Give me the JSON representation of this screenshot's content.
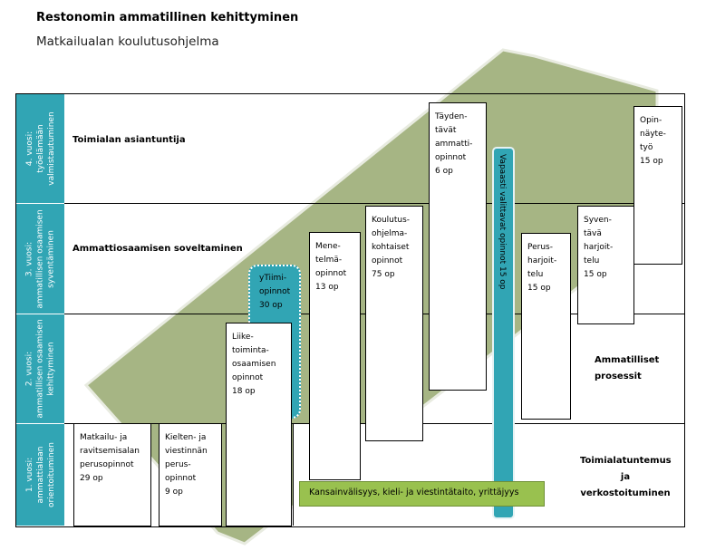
{
  "title": "Restonomin ammatillinen kehittyminen",
  "subtitle": "Matkailualan koulutusohjelma",
  "colors": {
    "teal": "#31a5b4",
    "olive": "#a6b584",
    "lime": "#99c14f"
  },
  "years": [
    {
      "label": "4. vuosi:\ntyöelämään\nvalmistautuminen"
    },
    {
      "label": "3. vuosi:\nammatillisen osaamisen\nsyventäminen"
    },
    {
      "label": "2. vuosi:\nammatillisen osaamisen\nkehittyminen"
    },
    {
      "label": "1. vuosi:\nammattialaan\norientoituminen"
    }
  ],
  "themes": {
    "row4": "Toimialan asiantuntija",
    "row3": "Ammattiosaamisen soveltaminen",
    "row2": "Ammatilliset\nprosessit",
    "row1": "Toimialatuntemus\nja\nverkostoituminen"
  },
  "courses": [
    {
      "label": "Matkailu- ja\nravitsemisalan\nperusopinnot\n29 op"
    },
    {
      "label": "Kielten- ja\nviestinnän\nperus-\nopinnot\n9 op"
    },
    {
      "label": "Liike-\ntoiminta-\nosaamisen\nopinnot\n18 op"
    },
    {
      "label": "yTiimi-\nopinnot\n30 op"
    },
    {
      "label": "Mene-\ntelmä-\nopinnot\n13 op"
    },
    {
      "label": "Koulutus-\nohjelma-\nkohtaiset\nopinnot\n75 op"
    },
    {
      "label": "Täyden-\ntävät\nammatti-\nopinnot\n6 op"
    },
    {
      "label": "Vapaasti valittavat opinnot 15 op"
    },
    {
      "label": "Perus-\nharjoit-\ntelu\n15 op"
    },
    {
      "label": "Syven-\ntävä\nharjoit-\ntelu\n15 op"
    },
    {
      "label": "Opin-\nnäyte-\ntyö\n15 op"
    }
  ],
  "crosscutting": "Kansainvälisyys, kieli- ja viestintätaito, yrittäjyys"
}
